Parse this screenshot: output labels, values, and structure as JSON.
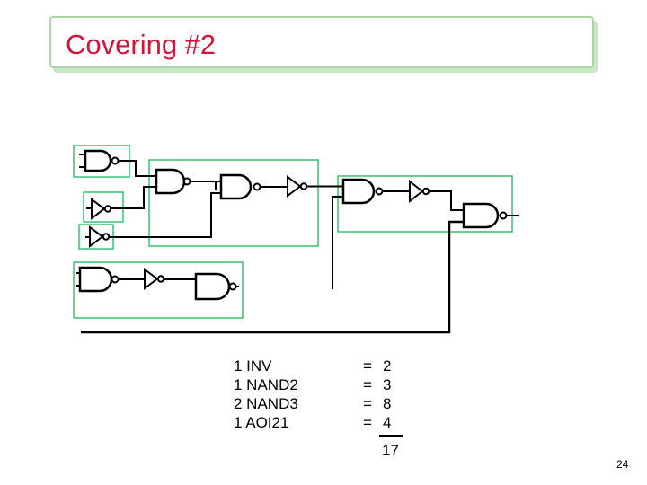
{
  "slide": {
    "title": "Covering #2",
    "page_number": "24"
  },
  "tally": {
    "rows": [
      {
        "gate": "1 INV",
        "eq": "=",
        "cost": "2"
      },
      {
        "gate": "1 NAND2",
        "eq": "=",
        "cost": "3"
      },
      {
        "gate": "2 NAND3",
        "eq": "=",
        "cost": "8"
      },
      {
        "gate": "1 AOI21",
        "eq": "=",
        "cost": "4"
      }
    ],
    "total": "17"
  },
  "colors": {
    "title_text": "#d2143a",
    "box_outline": "#37c472",
    "title_border": "#a6d8a0",
    "wire": "#000000"
  }
}
